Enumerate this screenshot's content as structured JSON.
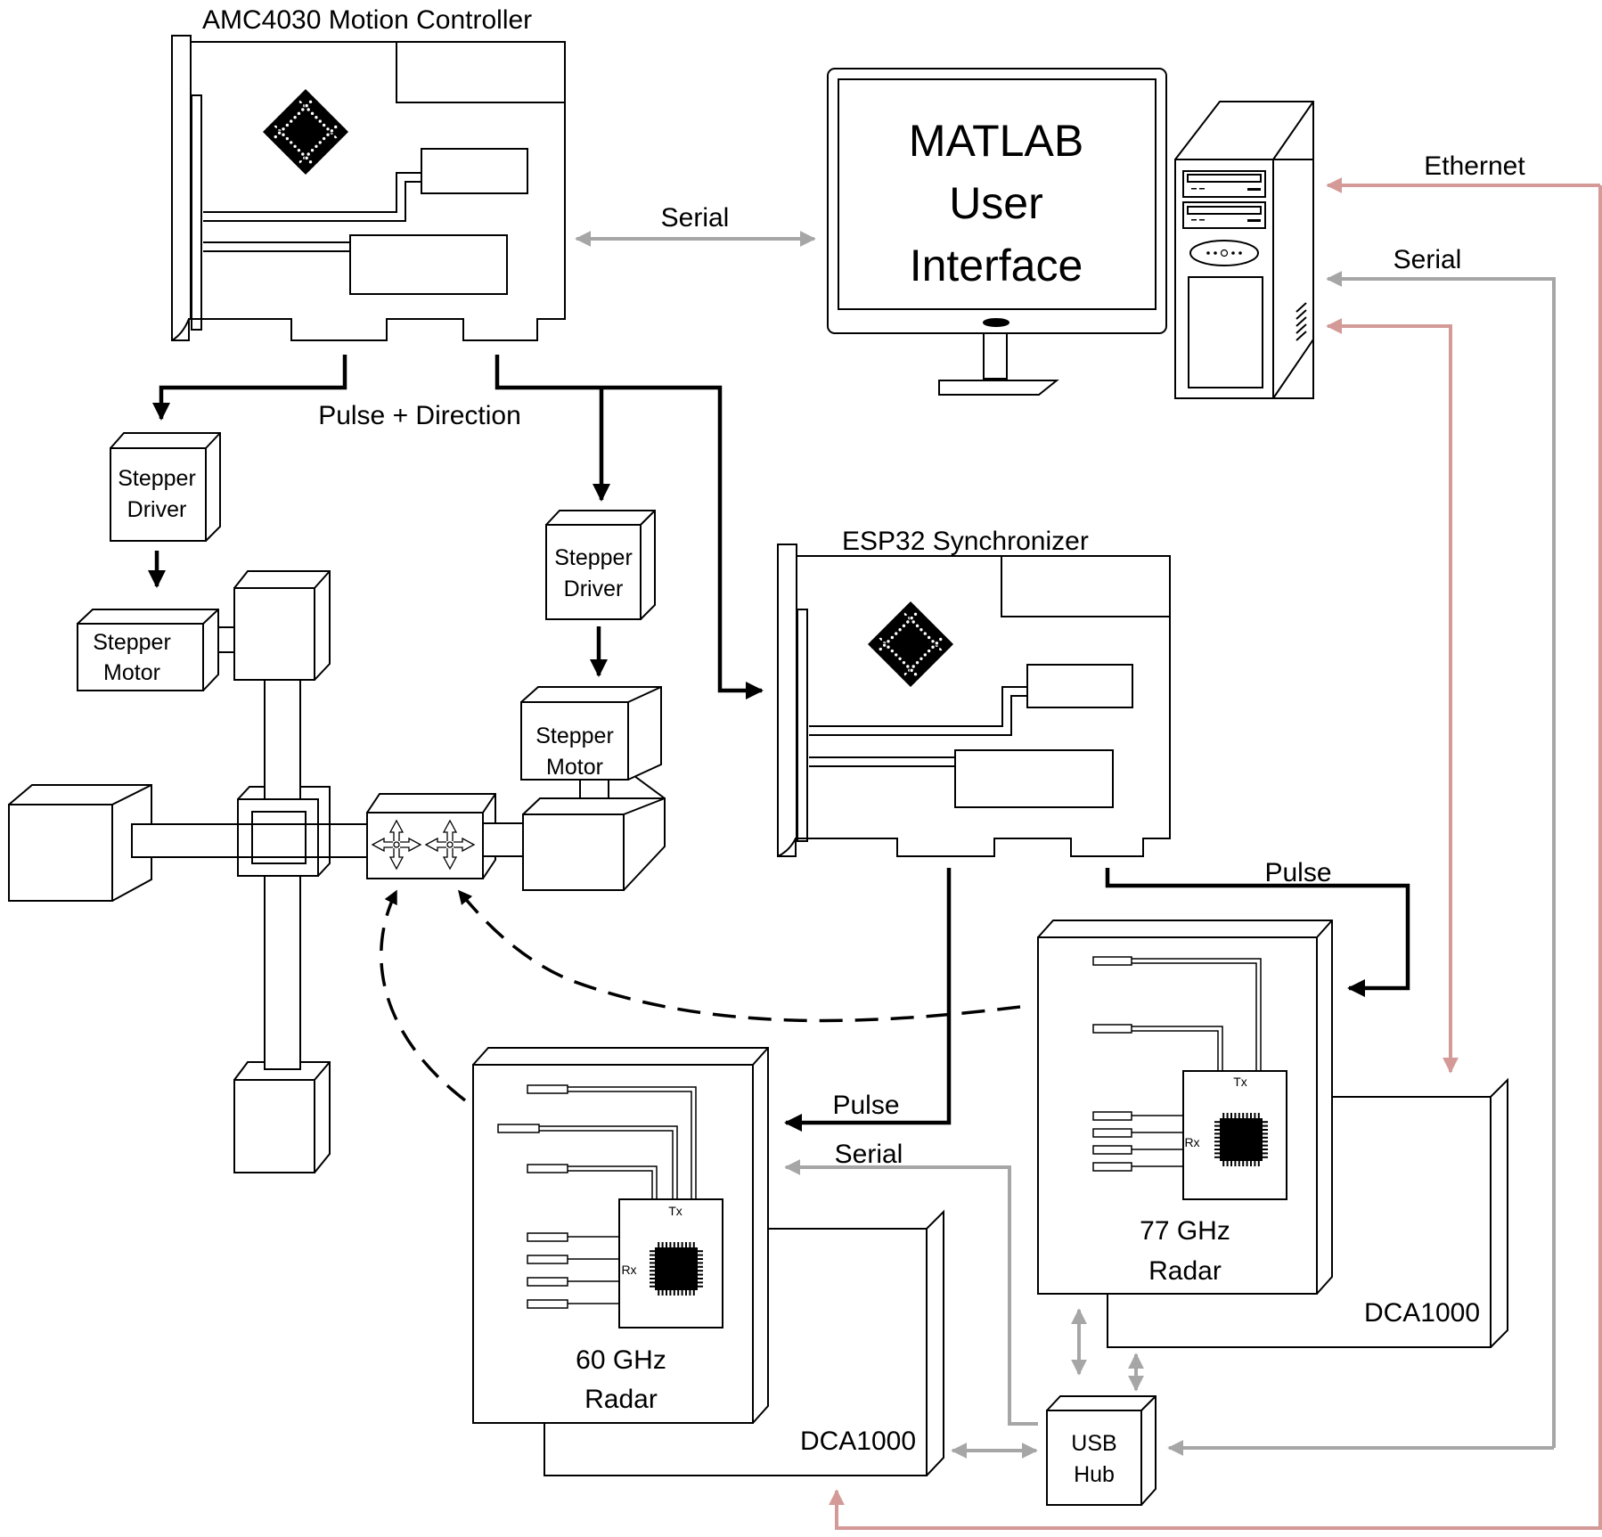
{
  "controller": {
    "title": "AMC4030 Motion Controller"
  },
  "synchronizer": {
    "title": "ESP32 Synchronizer"
  },
  "monitor": {
    "line1": "MATLAB",
    "line2": "User",
    "line3": "Interface"
  },
  "links": {
    "serial_controller_pc": "Serial",
    "pulse_direction": "Pulse + Direction",
    "ethernet": "Ethernet",
    "serial_pc": "Serial",
    "pulse_77": "Pulse",
    "pulse_60": "Pulse",
    "serial_60": "Serial"
  },
  "drivers": {
    "left": {
      "line1": "Stepper",
      "line2": "Driver"
    },
    "right": {
      "line1": "Stepper",
      "line2": "Driver"
    }
  },
  "motors": {
    "left": {
      "line1": "Stepper",
      "line2": "Motor"
    },
    "right": {
      "line1": "Stepper",
      "line2": "Motor"
    }
  },
  "radar77": {
    "line1": "77 GHz",
    "line2": "Radar",
    "tx": "Tx",
    "rx": "Rx"
  },
  "radar60": {
    "line1": "60 GHz",
    "line2": "Radar",
    "tx": "Tx",
    "rx": "Rx"
  },
  "dca77": {
    "label": "DCA1000"
  },
  "dca60": {
    "label": "DCA1000"
  },
  "usb_hub": {
    "line1": "USB",
    "line2": "Hub"
  },
  "colors": {
    "ethernet": "#d49a98",
    "serial": "#a6a6a6",
    "pulse": "#000000"
  },
  "icons": [
    "chip-icon",
    "monitor-icon",
    "computer-tower-icon",
    "gantry-icon"
  ]
}
